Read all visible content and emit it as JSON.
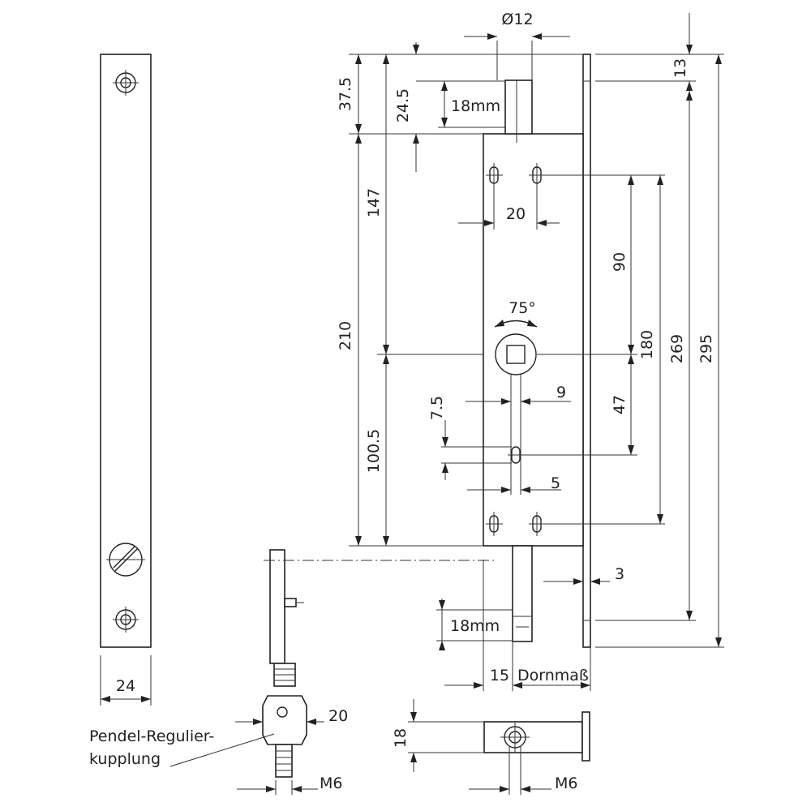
{
  "dimensions": {
    "bolt_diameter": "Ø12",
    "top_offset": "13",
    "bolt_top_extension": "37.5",
    "bolt_offset": "24.5",
    "bolt_travel_top": "18mm",
    "upper_to_spindle": "147",
    "hole_spacing": "20",
    "upper_holes_to_spindle": "90",
    "spindle_rotation": "75°",
    "spindle_to_bottom_holes": "180",
    "fixing_holes_distance": "269",
    "overall_length": "295",
    "lock_body_length": "210",
    "spindle_to_bottom": "100.5",
    "spindle_to_rod_hole": "47",
    "square_spindle": "9",
    "rod_hole_offset": "7.5",
    "rod_hole_width": "5",
    "faceplate_thickness": "3",
    "bolt_travel_bottom": "18mm",
    "backset_offset": "15",
    "backset_label": "Dornmaß",
    "strike_width": "24",
    "coupling_width": "20",
    "coupling_thread": "M6",
    "bolt_section_height": "18",
    "bolt_thread": "M6"
  },
  "labels": {
    "coupling_name_line1": "Pendel-Regulier-",
    "coupling_name_line2": "kupplung"
  }
}
